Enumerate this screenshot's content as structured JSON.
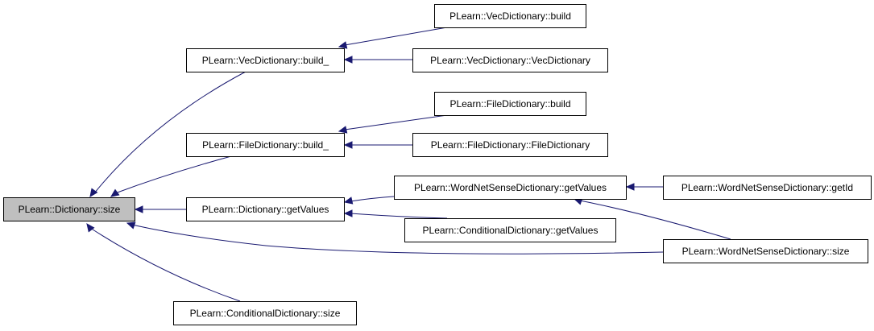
{
  "graph": {
    "colors": {
      "edge": "#191970",
      "root_fill": "#bfbfbf",
      "node_fill": "#ffffff",
      "node_border": "#000000"
    },
    "nodes": [
      {
        "id": "n0",
        "label": "PLearn::Dictionary::size",
        "root": true
      },
      {
        "id": "n1",
        "label": "PLearn::VecDictionary::build_"
      },
      {
        "id": "n2",
        "label": "PLearn::VecDictionary::build"
      },
      {
        "id": "n3",
        "label": "PLearn::VecDictionary::VecDictionary"
      },
      {
        "id": "n4",
        "label": "PLearn::FileDictionary::build_"
      },
      {
        "id": "n5",
        "label": "PLearn::FileDictionary::build"
      },
      {
        "id": "n6",
        "label": "PLearn::FileDictionary::FileDictionary"
      },
      {
        "id": "n7",
        "label": "PLearn::Dictionary::getValues"
      },
      {
        "id": "n8",
        "label": "PLearn::WordNetSenseDictionary::getValues"
      },
      {
        "id": "n9",
        "label": "PLearn::WordNetSenseDictionary::getId"
      },
      {
        "id": "n10",
        "label": "PLearn::ConditionalDictionary::getValues"
      },
      {
        "id": "n11",
        "label": "PLearn::WordNetSenseDictionary::size"
      },
      {
        "id": "n12",
        "label": "PLearn::ConditionalDictionary::size"
      }
    ],
    "edges": [
      {
        "from": "n1",
        "to": "n0"
      },
      {
        "from": "n4",
        "to": "n0"
      },
      {
        "from": "n7",
        "to": "n0"
      },
      {
        "from": "n11",
        "to": "n0"
      },
      {
        "from": "n12",
        "to": "n0"
      },
      {
        "from": "n2",
        "to": "n1"
      },
      {
        "from": "n3",
        "to": "n1"
      },
      {
        "from": "n5",
        "to": "n4"
      },
      {
        "from": "n6",
        "to": "n4"
      },
      {
        "from": "n8",
        "to": "n7"
      },
      {
        "from": "n10",
        "to": "n7"
      },
      {
        "from": "n9",
        "to": "n8"
      },
      {
        "from": "n11",
        "to": "n8"
      }
    ]
  }
}
